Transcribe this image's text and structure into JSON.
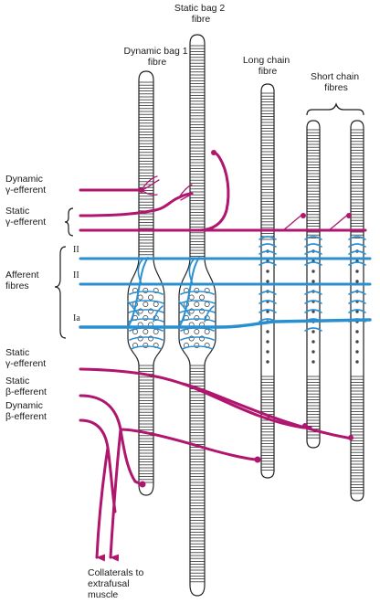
{
  "fibres": {
    "dynamic_bag1": [
      "Dynamic bag 1",
      "fibre"
    ],
    "static_bag2": [
      "Static bag 2",
      "fibre"
    ],
    "long_chain": [
      "Long chain",
      "fibre"
    ],
    "short_chain": [
      "Short chain",
      "fibres"
    ]
  },
  "efferents": {
    "dynamic_gamma_top": [
      "Dynamic",
      "γ-efferent"
    ],
    "static_gamma_top": [
      "Static",
      "γ-efferent"
    ],
    "static_gamma_bottom": [
      "Static",
      "γ-efferent"
    ],
    "static_beta": [
      "Static",
      "β-efferent"
    ],
    "dynamic_beta": [
      "Dynamic",
      "β-efferent"
    ]
  },
  "afferents": {
    "group_label": [
      "Afferent",
      "fibres"
    ],
    "type_ii_upper": "II",
    "type_ii_lower": "II",
    "type_ia": "Ia"
  },
  "collaterals": [
    "Collaterals to",
    "extrafusal",
    "muscle"
  ],
  "colors": {
    "efferent": "#b0166e",
    "afferent": "#2a8fd0",
    "outline": "#222222"
  }
}
